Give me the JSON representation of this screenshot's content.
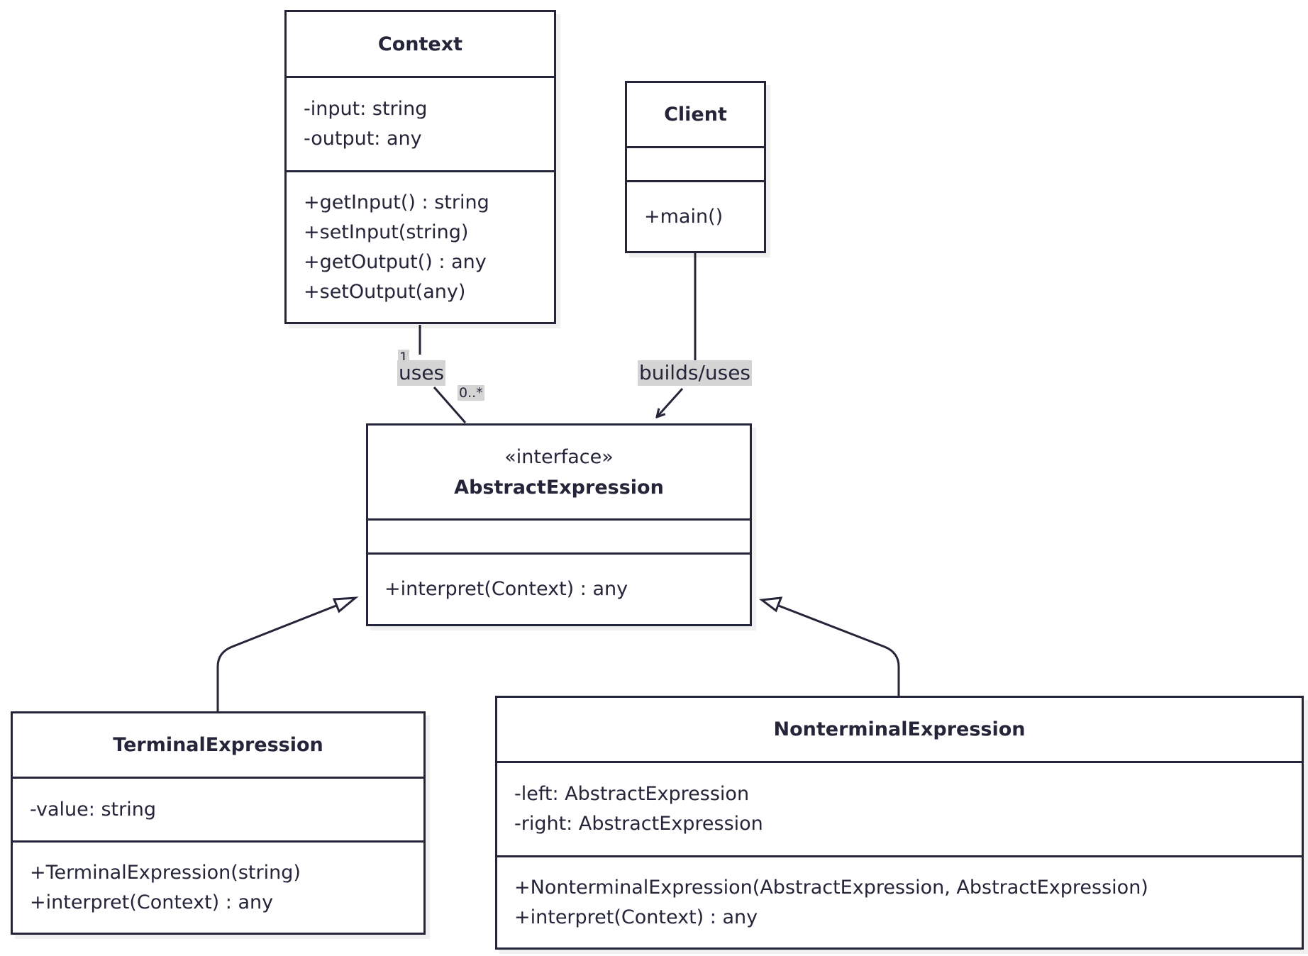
{
  "classes": {
    "context": {
      "name": "Context",
      "attributes": [
        "-input: string",
        "-output: any"
      ],
      "methods": [
        "+getInput() : string",
        "+setInput(string)",
        "+getOutput() : any",
        "+setOutput(any)"
      ]
    },
    "client": {
      "name": "Client",
      "attributes": [],
      "methods": [
        "+main()"
      ]
    },
    "abstract_expression": {
      "stereotype": "«interface»",
      "name": "AbstractExpression",
      "attributes": [],
      "methods": [
        "+interpret(Context) : any"
      ]
    },
    "terminal_expression": {
      "name": "TerminalExpression",
      "attributes": [
        "-value: string"
      ],
      "methods": [
        "+TerminalExpression(string)",
        "+interpret(Context) : any"
      ]
    },
    "nonterminal_expression": {
      "name": "NonterminalExpression",
      "attributes": [
        "-left: AbstractExpression",
        "-right: AbstractExpression"
      ],
      "methods": [
        "+NonterminalExpression(AbstractExpression, AbstractExpression)",
        "+interpret(Context) : any"
      ]
    }
  },
  "relations": {
    "context_uses": {
      "label": "uses",
      "source_multiplicity": "1",
      "target_multiplicity": "0..*"
    },
    "client_builds": {
      "label": "builds/uses"
    }
  },
  "colors": {
    "line": "#25253a",
    "label_background": "#d4d4d4",
    "box_background": "#ffffff"
  }
}
